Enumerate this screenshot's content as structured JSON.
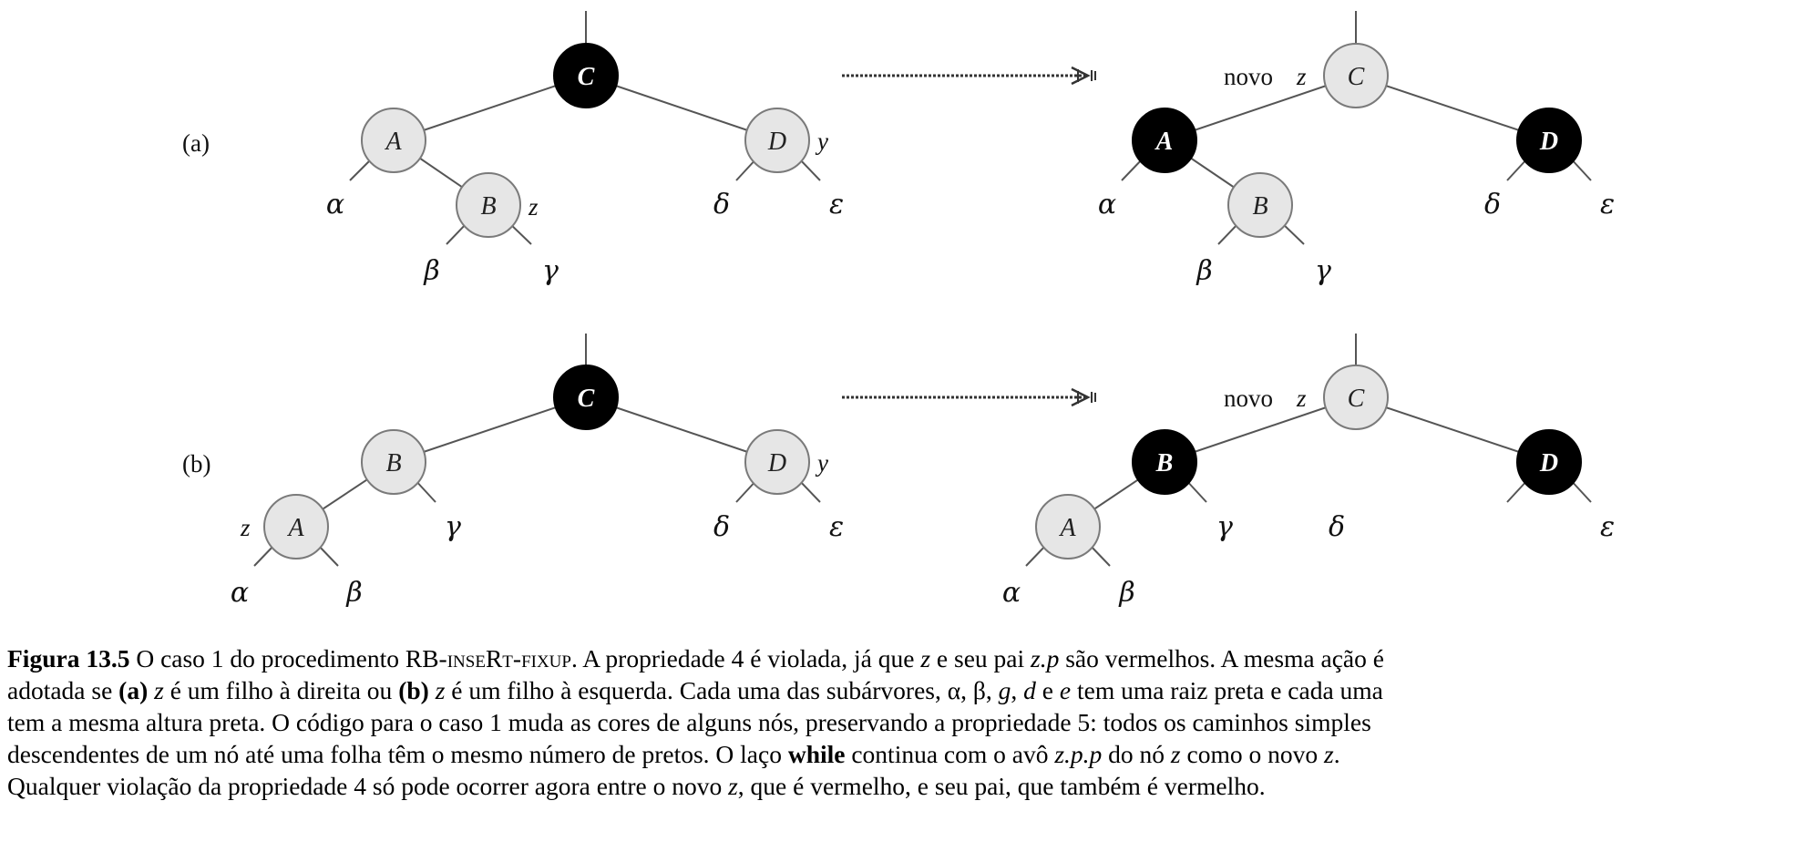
{
  "figure": {
    "panels": [
      {
        "panel_label": "(a)",
        "before": {
          "nodes": {
            "C": "C",
            "A": "A",
            "B": "B",
            "D": "D"
          },
          "annotations": {
            "y": "y",
            "z": "z"
          },
          "subtrees": {
            "alpha": "α",
            "beta": "β",
            "gamma": "γ",
            "delta": "δ",
            "epsilon": "ε"
          }
        },
        "after": {
          "novo_prefix": "novo",
          "novo_var": "z",
          "nodes": {
            "C": "C",
            "A": "A",
            "B": "B",
            "D": "D"
          },
          "subtrees": {
            "alpha": "α",
            "beta": "β",
            "gamma": "γ",
            "delta": "δ",
            "epsilon": "ε"
          }
        }
      },
      {
        "panel_label": "(b)",
        "before": {
          "nodes": {
            "C": "C",
            "B": "B",
            "A": "A",
            "D": "D"
          },
          "annotations": {
            "y": "y",
            "z": "z"
          },
          "subtrees": {
            "alpha": "α",
            "beta": "β",
            "gamma": "γ",
            "delta": "δ",
            "epsilon": "ε"
          }
        },
        "after": {
          "novo_prefix": "novo",
          "novo_var": "z",
          "nodes": {
            "C": "C",
            "B": "B",
            "A": "A",
            "D": "D"
          },
          "subtrees": {
            "alpha": "α",
            "beta": "β",
            "gamma": "γ",
            "delta": "δ",
            "epsilon": "ε"
          }
        }
      }
    ]
  },
  "caption": {
    "label": "Figura 13.5",
    "l1_a": " O caso 1 do procedimento RB-",
    "l1_insert": "inseRt",
    "l1_dash": "-",
    "l1_fixup": "fixup",
    "l1_b": ". A propriedade 4 é violada, já que ",
    "l1_z": "z",
    "l1_c": " e seu pai ",
    "l1_zp": "z.p",
    "l1_d": " são vermelhos. A mesma ação é",
    "l2_a": "adotada se ",
    "l2_a_label": "(a)",
    "l2_sp1": " ",
    "l2_z1": "z",
    "l2_b": " é um filho à direita ou ",
    "l2_b_label": "(b)",
    "l2_sp2": " ",
    "l2_z2": "z",
    "l2_c": " é um filho à esquerda. Cada uma das subárvores, α, β, ",
    "l2_g": "g",
    "l2_sep1": ", ",
    "l2_d": "d",
    "l2_e_conj": " e ",
    "l2_e": "e",
    "l2_f": " tem uma raiz preta e cada uma",
    "l3": "tem a mesma altura preta. O código para o caso 1 muda as cores de alguns nós, preservando a propriedade 5: todos os caminhos simples",
    "l4_a": "descendentes de um nó até uma folha têm o mesmo número de pretos. O laço ",
    "l4_while": "while",
    "l4_b": " continua com o avô ",
    "l4_zpp": "z.p.p",
    "l4_c": " do nó ",
    "l4_z": "z",
    "l4_d": " como o novo ",
    "l4_z2": "z",
    "l4_e": ".",
    "l5_a": "Qualquer violação da propriedade 4 só pode ocorrer agora entre o novo ",
    "l5_z": "z",
    "l5_b": ", que é vermelho, e seu pai, que também é vermelho."
  }
}
